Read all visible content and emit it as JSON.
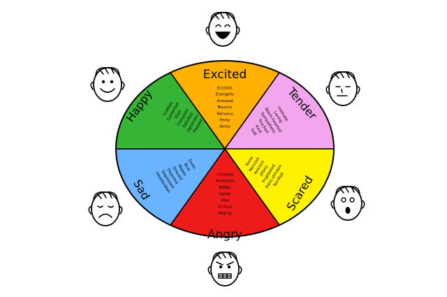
{
  "wheel": {
    "colors": {
      "excited": "#FFB000",
      "tender": "#F3A6EE",
      "scared": "#FFF200",
      "angry": "#EE1B1B",
      "sad": "#6AB3FF",
      "happy": "#36B436",
      "outline": "#000000"
    },
    "sectors": [
      {
        "key": "excited",
        "title": "Excited",
        "words": [
          "Ecstatic",
          "Energetic",
          "Aroused",
          "Bouncy",
          "Nervous",
          "Perky",
          "Antsy"
        ]
      },
      {
        "key": "tender",
        "title": "Tender",
        "words": [
          "Intimate",
          "Loving",
          "Warm-hearted",
          "Sympathetic",
          "Touched",
          "Kind",
          "Soft"
        ]
      },
      {
        "key": "scared",
        "title": "Scared",
        "words": [
          "Tense",
          "Nervous",
          "Anxious",
          "Jittery",
          "Frightened",
          "Panic-stricken",
          "Terrified"
        ]
      },
      {
        "key": "angry",
        "title": "Angry",
        "words": [
          "Irritated",
          "Resentful",
          "Miffed",
          "Upset",
          "Mad",
          "Furious",
          "Raging"
        ]
      },
      {
        "key": "sad",
        "title": "Sad",
        "words": [
          "Down",
          "Blue",
          "Mopey",
          "Grieved",
          "Dejected",
          "Depressed",
          "Heartbroken"
        ]
      },
      {
        "key": "happy",
        "title": "Happy",
        "words": [
          "Fulfilled",
          "Contented",
          "Glad",
          "Complete",
          "Satisfied",
          "Optimistic",
          "Pleased"
        ]
      }
    ]
  },
  "faces": [
    {
      "name": "face-excited-icon",
      "expression": "laughing"
    },
    {
      "name": "face-tender-icon",
      "expression": "calm"
    },
    {
      "name": "face-scared-icon",
      "expression": "surprised"
    },
    {
      "name": "face-angry-icon",
      "expression": "angry"
    },
    {
      "name": "face-sad-icon",
      "expression": "sad"
    },
    {
      "name": "face-happy-icon",
      "expression": "smiling"
    }
  ]
}
